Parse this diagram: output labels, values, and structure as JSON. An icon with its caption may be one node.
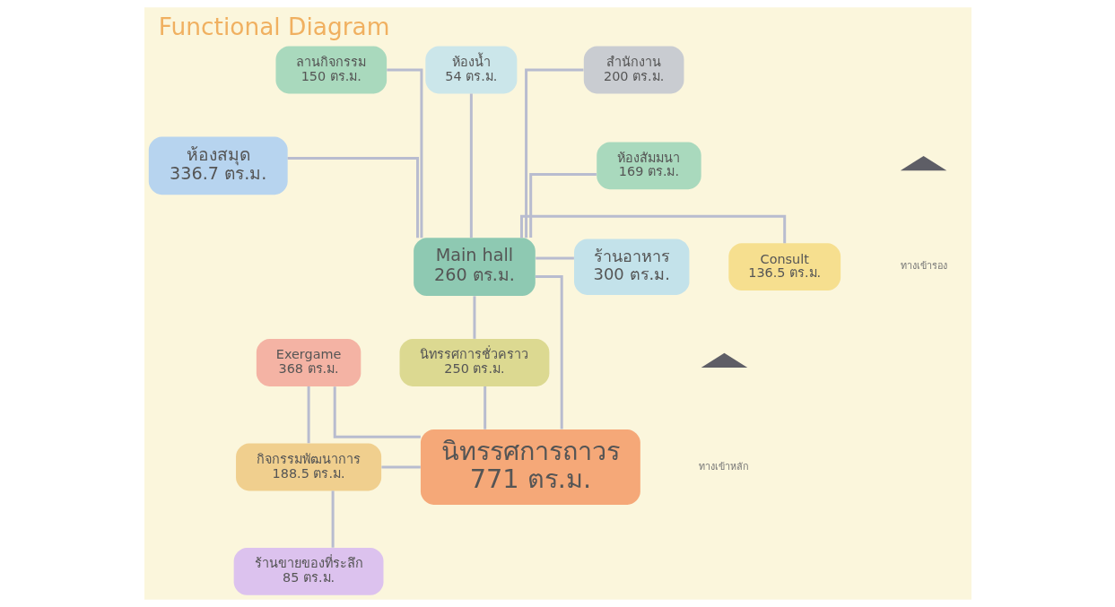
{
  "diagram": {
    "title": "Functional Diagram",
    "nodes": [
      {
        "text": [
          "สำนักงาน",
          "200 ตร.ม."
        ]
      },
      {
        "text": [
          "ลานกิจกรรม",
          "150 ตร.ม."
        ]
      },
      {
        "text": [
          "ห้องน้ำ",
          "54 ตร.ม."
        ]
      },
      {
        "text": [
          "ห้องสมุด",
          "336.7 ตร.ม."
        ]
      },
      {
        "text": [
          "ห้องสัมมนา",
          "169 ตร.ม."
        ]
      },
      {
        "text": [
          "ร้านอาหาร",
          "300 ตร.ม."
        ]
      },
      {
        "text": [
          "Main hall",
          "260 ตร.ม."
        ]
      },
      {
        "text": [
          "Consult",
          "136.5 ตร.ม."
        ]
      },
      {
        "text": [
          "Exergame",
          "368 ตร.ม."
        ]
      },
      {
        "text": [
          "นิทรรศการชั่วคราว",
          "250 ตร.ม."
        ]
      },
      {
        "text": [
          "กิจกรรมพัฒนาการ",
          "188.5 ตร.ม."
        ]
      },
      {
        "text": [
          "นิทรรศการถาวร",
          "771 ตร.ม."
        ]
      },
      {
        "text": [
          "ร้านขายของที่ระลึก",
          "85 ตร.ม."
        ]
      }
    ],
    "edges": [
      {
        "from": 6,
        "to": 0,
        "arrow": "none"
      },
      {
        "from": 6,
        "to": 1,
        "arrow": "none"
      },
      {
        "from": 6,
        "to": 2,
        "arrow": "none"
      },
      {
        "from": 6,
        "to": 4,
        "arrow": "none"
      },
      {
        "from": 6,
        "to": 3,
        "arrow": "none"
      },
      {
        "from": 6,
        "to": 5,
        "arrow": "none"
      },
      {
        "from": 6,
        "to": 7,
        "arrow": "none"
      },
      {
        "from": 6,
        "to": 9,
        "arrow": "none"
      },
      {
        "from": 6,
        "to": 11,
        "arrow": "none"
      },
      {
        "from": 8,
        "to": 11,
        "arrow": "none"
      },
      {
        "from": 8,
        "to": 10,
        "arrow": "none"
      },
      {
        "from": 10,
        "to": 11,
        "arrow": "none"
      },
      {
        "from": 10,
        "to": 12,
        "arrow": "none"
      },
      {
        "from": 11,
        "to": 9,
        "arrow": "none"
      }
    ],
    "labels": [
      "ทางเข้ารอง",
      "ทางเข้าหลัก"
    ]
  }
}
